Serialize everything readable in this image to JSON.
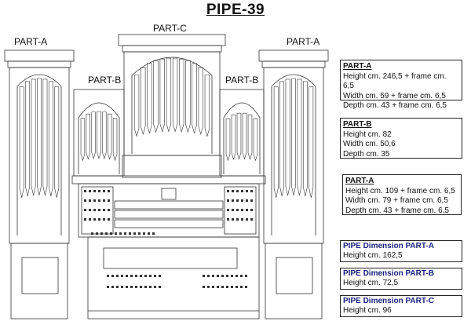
{
  "title": "PIPE-39",
  "labels": {
    "part_a_left": "PART-A",
    "part_b_left": "PART-B",
    "part_c": "PART-C",
    "part_b_right": "PART-B",
    "part_a_right": "PART-A"
  },
  "spec_boxes": [
    {
      "header": "PART-A",
      "lines": [
        "Height cm. 246,5 + frame cm. 6,5",
        "Width cm. 59 + frame cm. 6,5",
        "Depth cm. 43 + frame cm. 6,5"
      ]
    },
    {
      "header": "PART-B",
      "lines": [
        "Height cm. 82",
        "Width cm. 50,6",
        "Depth cm. 35"
      ]
    },
    {
      "header": "PART-A",
      "lines": [
        "Height cm. 109 + frame cm. 6,5",
        "Width cm. 79 + frame cm. 6,5",
        "Depth cm. 43 + frame cm. 6,5"
      ]
    }
  ],
  "pipe_dimensions": [
    {
      "header": "PIPE Dimension PART-A",
      "line": "Height cm. 162,5"
    },
    {
      "header": "PIPE Dimension PART-B",
      "line": "Height cm. 72,5"
    },
    {
      "header": "PIPE Dimension PART-C",
      "line": "Height cm. 96"
    }
  ]
}
